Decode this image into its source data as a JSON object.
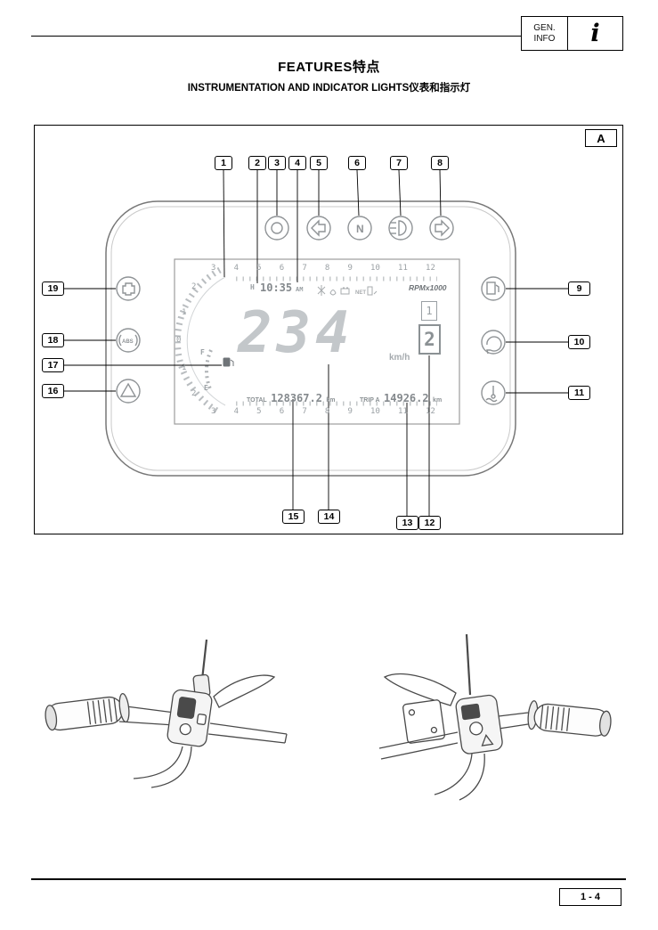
{
  "header": {
    "label_line1": "GEN.",
    "label_line2": "INFO",
    "icon_glyph": "i"
  },
  "title": "FEATURES特点",
  "subtitle": "INSTRUMENTATION AND INDICATOR LIGHTS仪表和指示灯",
  "figure": {
    "label": "A"
  },
  "cluster": {
    "time": "10:35",
    "time_suffix": "AM",
    "hour_marker": "H",
    "speed": "234",
    "speed_unit": "km/h",
    "rpm_label": "RPMx1000",
    "net_label": "NET",
    "neutral": "N",
    "abs_label": "ABS",
    "gear_upper": "1",
    "gear_current": "2",
    "odo_label": "TOTAL",
    "odo_value": "128367.2",
    "odo_unit": "km",
    "trip_label": "TRIP A",
    "trip_value": "14926.2",
    "trip_unit": "km",
    "fuel_full": "F",
    "fuel_empty": "E",
    "scale_top": [
      "3",
      "4",
      "5",
      "6",
      "7",
      "8",
      "9",
      "10",
      "11",
      "12"
    ],
    "scale_bottom": [
      "3",
      "4",
      "5",
      "6",
      "7",
      "8",
      "9",
      "10",
      "11",
      "12"
    ],
    "scale_left": [
      "2",
      "1",
      "0",
      "1",
      "2"
    ]
  },
  "callouts": {
    "c1": "1",
    "c2": "2",
    "c3": "3",
    "c4": "4",
    "c5": "5",
    "c6": "6",
    "c7": "7",
    "c8": "8",
    "c9": "9",
    "c10": "10",
    "c11": "11",
    "c12": "12",
    "c13": "13",
    "c14": "14",
    "c15": "15",
    "c16": "16",
    "c17": "17",
    "c18": "18",
    "c19": "19"
  },
  "footer": {
    "page_number": "1 - 4"
  },
  "colors": {
    "ink": "#000000",
    "lcd_gray": "#9aa0a4",
    "speed_gray": "#c3c7ca",
    "line_art": "#4a4a4a"
  }
}
